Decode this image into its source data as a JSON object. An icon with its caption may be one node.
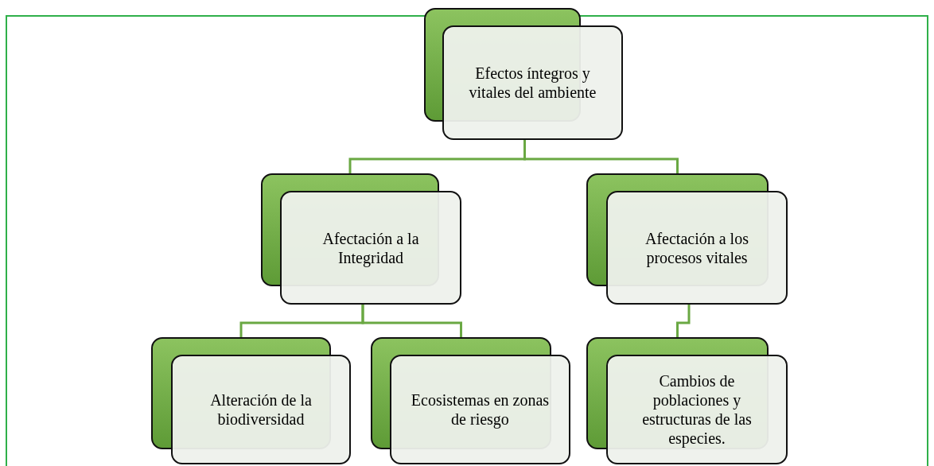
{
  "diagram": {
    "nodes": [
      {
        "text": [
          "Efectos íntegros y vitales del ambiente"
        ]
      },
      {
        "text": [
          "Afectación a la Integridad"
        ]
      },
      {
        "text": [
          "Afectación a los procesos vitales"
        ]
      },
      {
        "text": [
          "Alteración de la biodiversidad"
        ]
      },
      {
        "text": [
          "Ecosistemas en zonas de riesgo"
        ]
      },
      {
        "text": [
          "Cambios de poblaciones y estructuras de las especies."
        ]
      }
    ],
    "edges": [
      {
        "from": 0,
        "to": 1,
        "arrow": "none"
      },
      {
        "from": 0,
        "to": 2,
        "arrow": "none"
      },
      {
        "from": 1,
        "to": 3,
        "arrow": "none"
      },
      {
        "from": 1,
        "to": 4,
        "arrow": "none"
      },
      {
        "from": 2,
        "to": 5,
        "arrow": "none"
      }
    ]
  }
}
